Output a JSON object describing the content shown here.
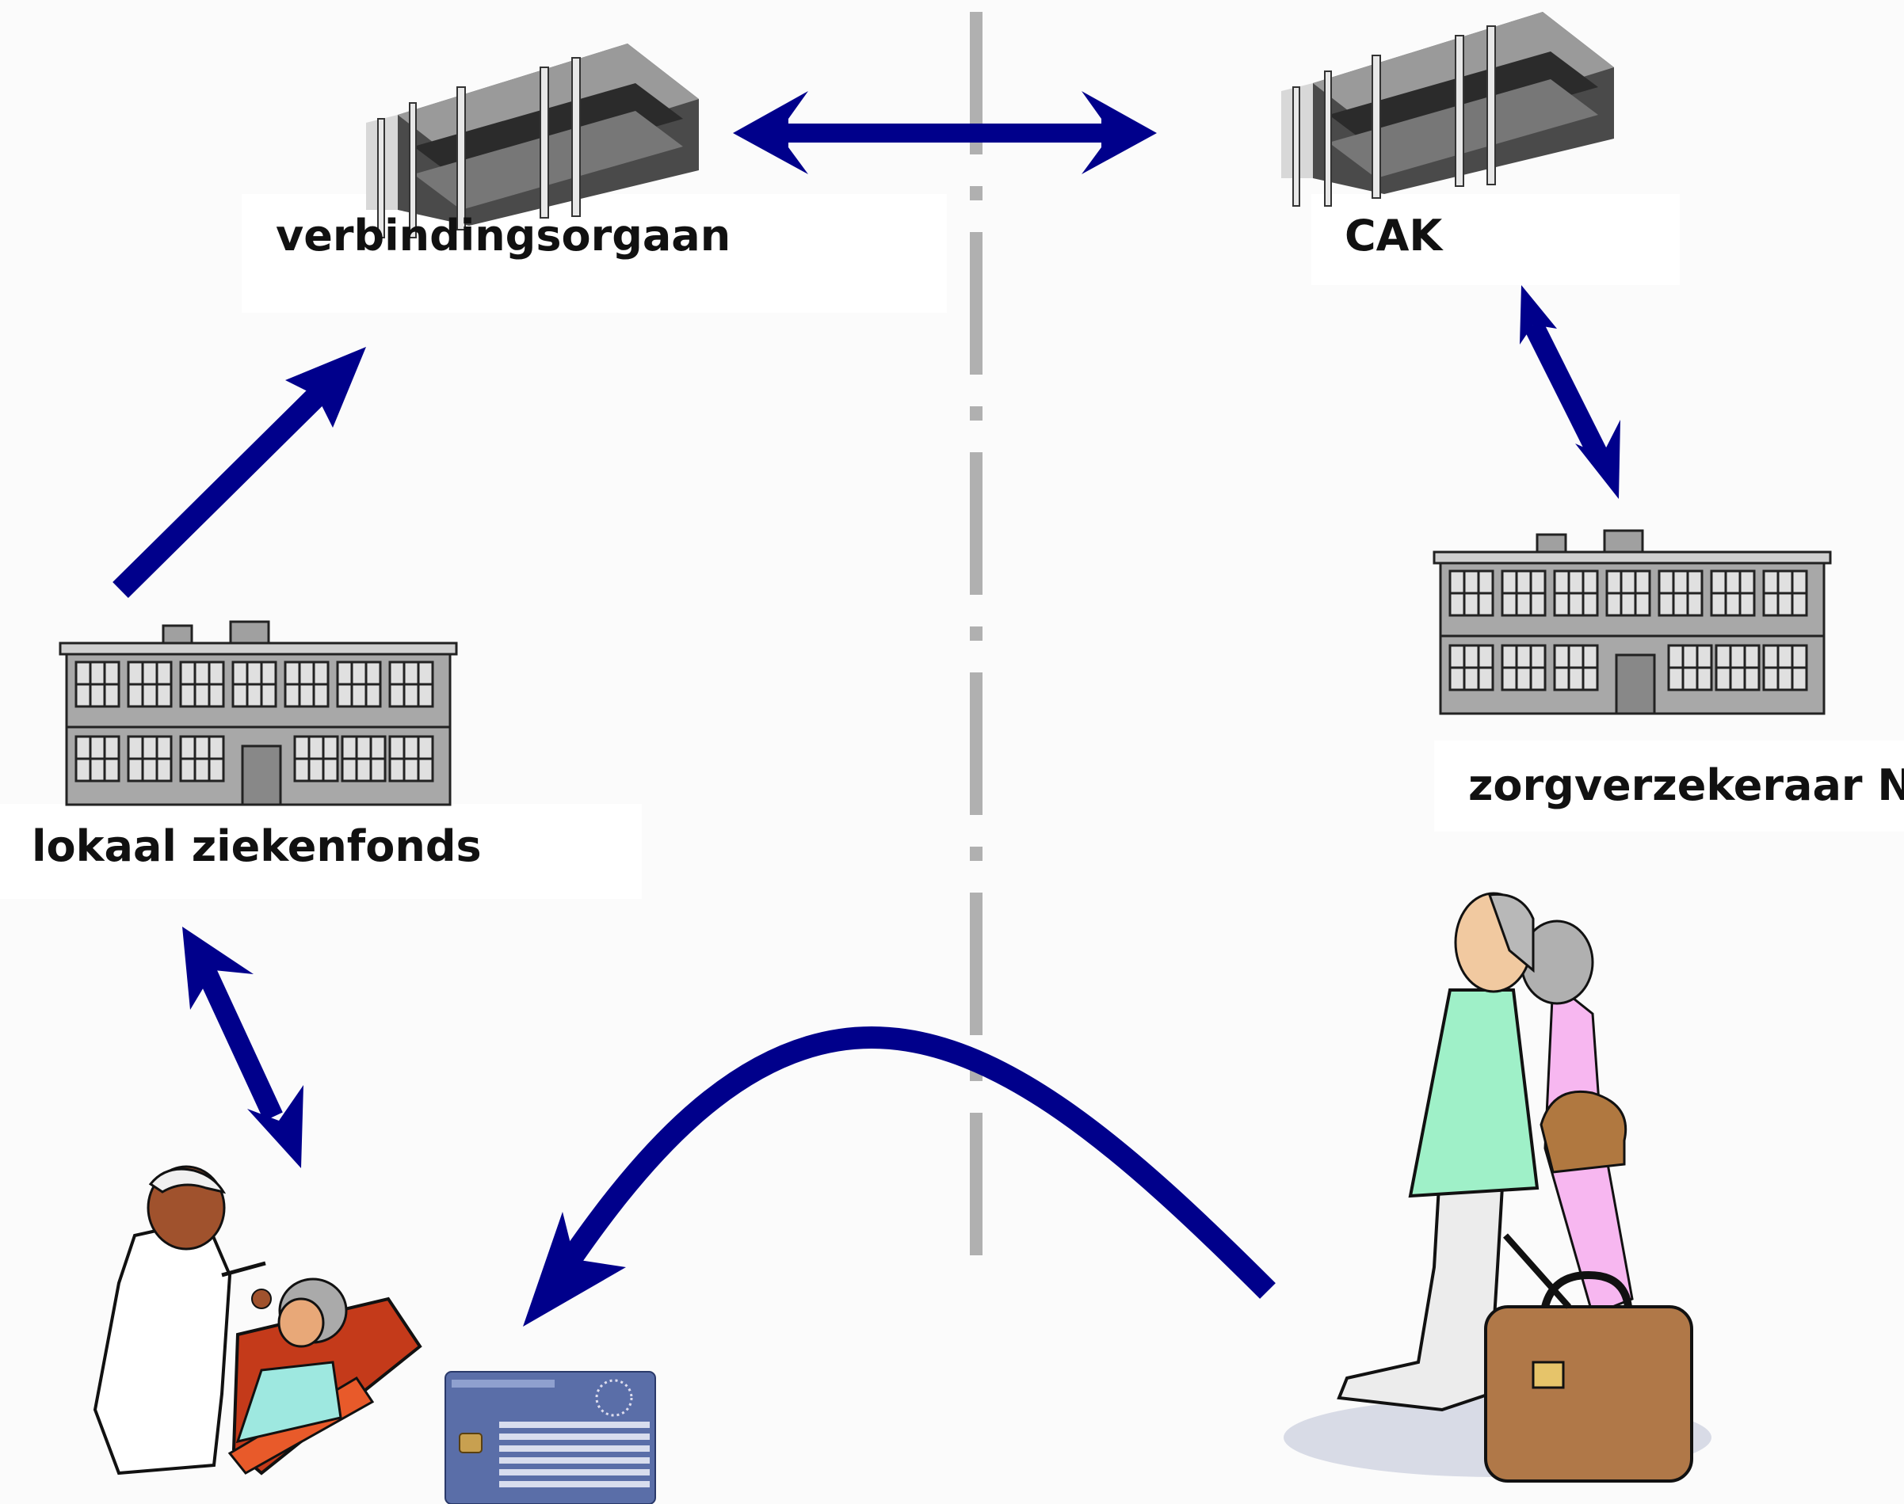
{
  "labels": {
    "verbindingsorgaan": "verbindingsorgaan",
    "cak": "CAK",
    "zorgverzekeraar": "zorgverzekeraar NL",
    "ziekenfonds": "lokaal ziekenfonds"
  },
  "colors": {
    "arrow": "#00008b",
    "border_line": "#b0b0b0",
    "background": "#fbfbfb"
  },
  "icons": [
    "office-building-icon",
    "school-building-icon",
    "doctor-patient-icon",
    "health-insurance-card-icon",
    "travelers-icon"
  ]
}
